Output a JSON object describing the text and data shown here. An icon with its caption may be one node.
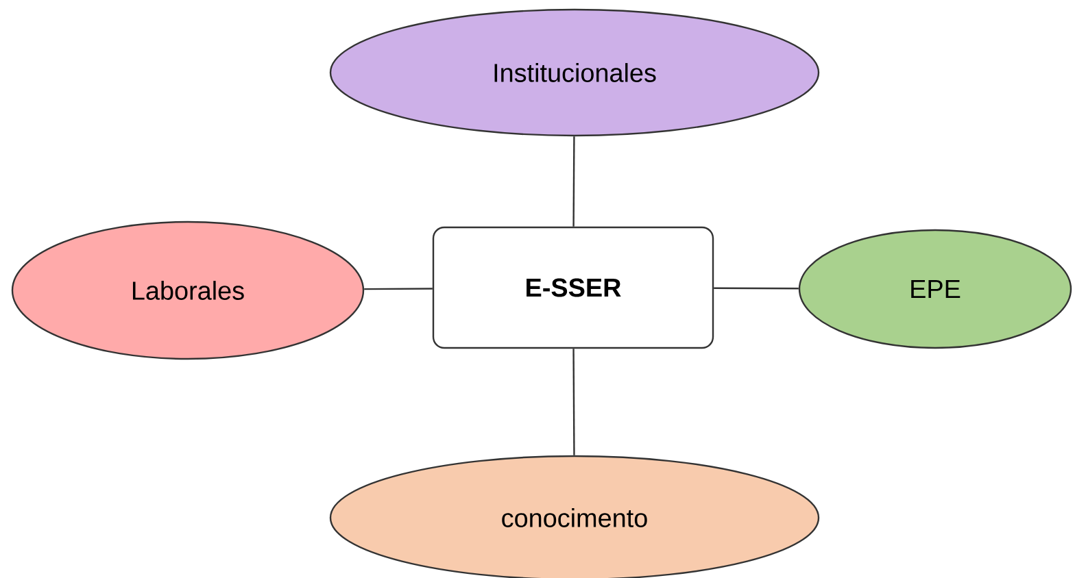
{
  "diagram": {
    "nodes": [
      {
        "text": [
          "Institucionales"
        ]
      },
      {
        "text": [
          "Laborales"
        ]
      },
      {
        "text": [
          "**E-SSER**"
        ]
      },
      {
        "text": [
          "EPE"
        ]
      },
      {
        "text": [
          "conocimento"
        ]
      }
    ],
    "edges": [
      {
        "from": 2,
        "to": 0,
        "arrow": "none"
      },
      {
        "from": 2,
        "to": 1,
        "arrow": "none"
      },
      {
        "from": 2,
        "to": 3,
        "arrow": "none"
      },
      {
        "from": 2,
        "to": 4,
        "arrow": "none"
      }
    ]
  }
}
